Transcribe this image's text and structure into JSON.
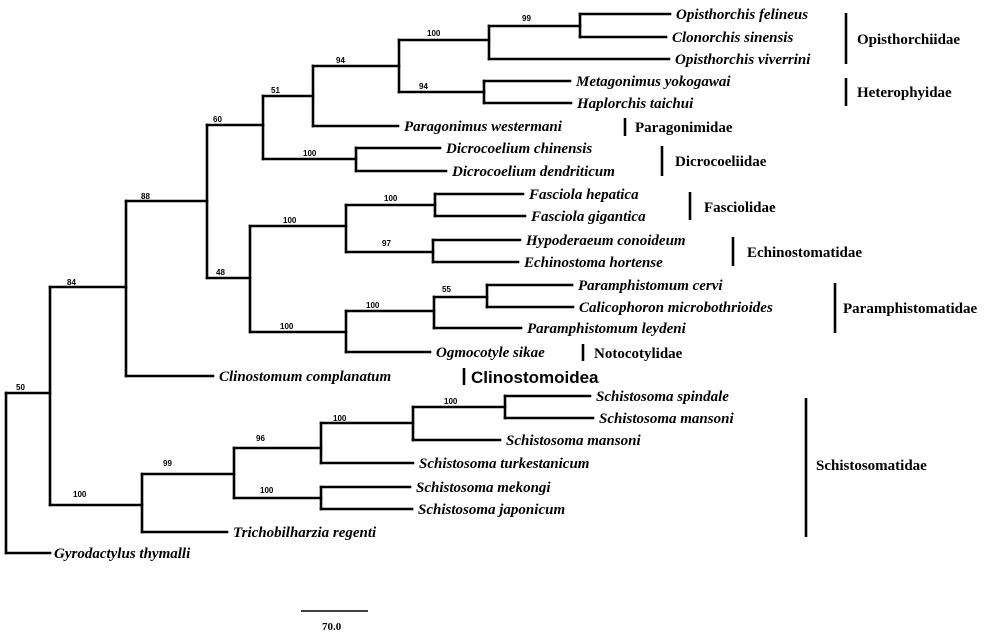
{
  "taxa": [
    "Opisthorchis felineus",
    "Clonorchis sinensis",
    "Opisthorchis viverrini",
    "Metagonimus yokogawai",
    "Haplorchis taichui",
    "Paragonimus westermani",
    "Dicrocoelium chinensis",
    "Dicrocoelium dendriticum",
    "Fasciola hepatica",
    "Fasciola gigantica",
    "Hypoderaeum conoideum",
    "Echinostoma hortense",
    "Paramphistomum cervi",
    "Calicophoron microbothrioides",
    "Paramphistomum leydeni",
    "Ogmocotyle sikae",
    "Clinostomum complanatum",
    "Schistosoma spindale",
    "Schistosoma mansoni",
    "Schistosoma mansoni",
    "Schistosoma turkestanicum",
    "Schistosoma mekongi",
    "Schistosoma japonicum",
    "Trichobilharzia regenti",
    "Gyrodactylus thymalli"
  ],
  "families": [
    "Opisthorchiidae",
    "Heterophyidae",
    "Paragonimidae",
    "Dicrocoeliidae",
    "Fasciolidae",
    "Echinostomatidae",
    "Paramphistomatidae",
    "Notocotylidae",
    "Clinostomoidea",
    "Schistosomatidae"
  ],
  "bootstrap": [
    "99",
    "100",
    "94",
    "94",
    "51",
    "60",
    "100",
    "100",
    "97",
    "100",
    "55",
    "100",
    "100",
    "48",
    "88",
    "84",
    "100",
    "100",
    "96",
    "100",
    "99",
    "100",
    "50"
  ],
  "scale_label": "70.0"
}
